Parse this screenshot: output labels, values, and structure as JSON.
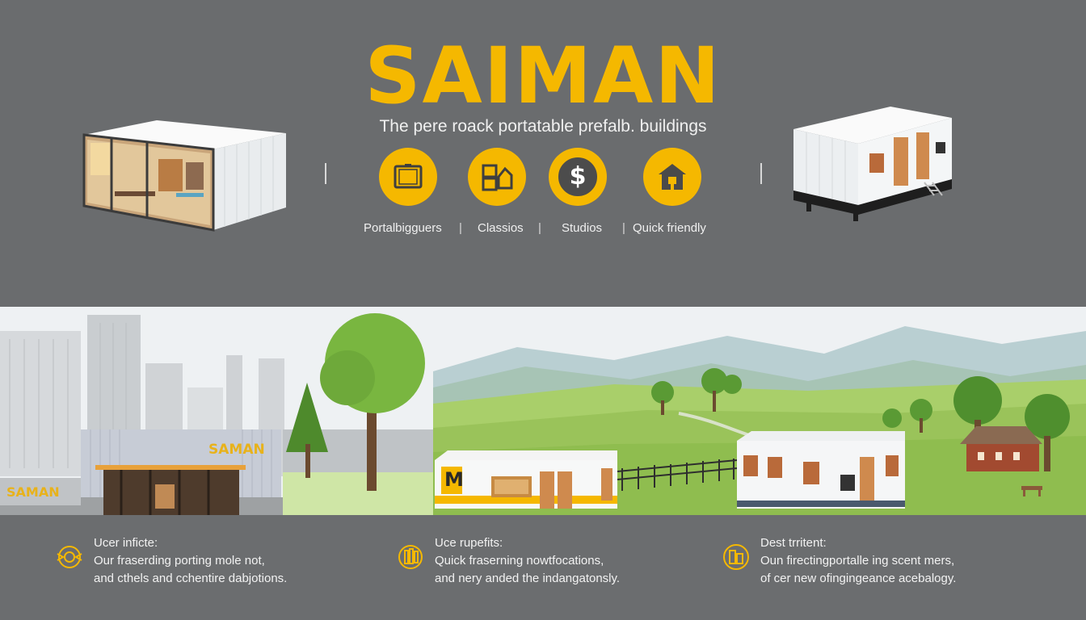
{
  "brand": {
    "title": "SAIMAN",
    "tagline": "The pere roack portatable prefalb. buildings"
  },
  "colors": {
    "accent": "#f5b800",
    "background": "#6b6d6f",
    "text": "#f0f0f0"
  },
  "icons": [
    "tablet-icon",
    "modules-icon",
    "dollar-icon",
    "home-icon"
  ],
  "dollar_glyph": "$",
  "categories": [
    "Portalbigguers",
    "Classios",
    "Studios",
    "Quick friendly"
  ],
  "scene": {
    "sign_building": "SAMAN",
    "sign_left": "SAMAN",
    "module_mark": "M"
  },
  "features": [
    {
      "icon": "gear-lightning-icon",
      "title": "Ucer infictе:",
      "line1": "Our fraserding porting mole not,",
      "line2": "and cthels and cchentire dabjotions."
    },
    {
      "icon": "hand-tool-icon",
      "title": "Uce rupefits:",
      "line1": "Quick fraserning nowtfocations,",
      "line2": "and nery anded the indangatonsly."
    },
    {
      "icon": "building-badge-icon",
      "title": "Dest trritent:",
      "line1": "Oun firectingportalle ing scent mers,",
      "line2": "of cer new ofingingeance acebalogy."
    }
  ]
}
